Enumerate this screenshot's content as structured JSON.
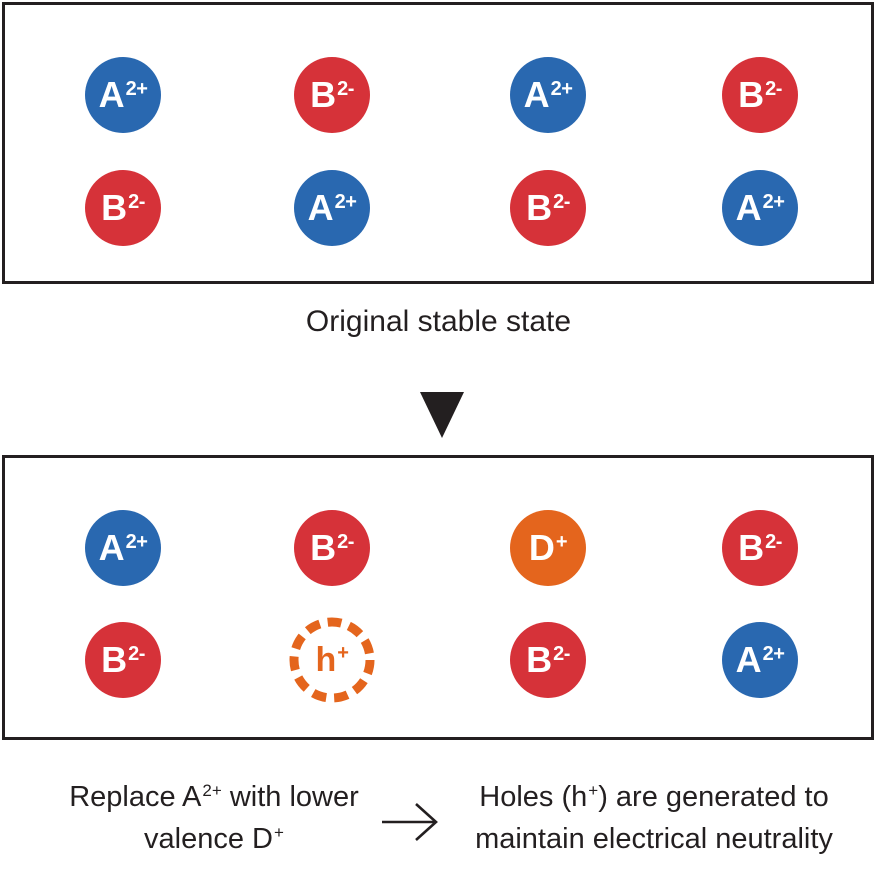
{
  "colors": {
    "blue": "#2968b0",
    "red": "#d63239",
    "orange": "#e4651d",
    "ink": "#231f20",
    "bg": "#ffffff"
  },
  "captions": {
    "original": "Original stable state"
  },
  "top_box": {
    "cells": [
      {
        "label": "A",
        "sup": "2+",
        "type": "blue"
      },
      {
        "label": "B",
        "sup": "2-",
        "type": "red"
      },
      {
        "label": "A",
        "sup": "2+",
        "type": "blue"
      },
      {
        "label": "B",
        "sup": "2-",
        "type": "red"
      },
      {
        "label": "B",
        "sup": "2-",
        "type": "red"
      },
      {
        "label": "A",
        "sup": "2+",
        "type": "blue"
      },
      {
        "label": "B",
        "sup": "2-",
        "type": "red"
      },
      {
        "label": "A",
        "sup": "2+",
        "type": "blue"
      }
    ]
  },
  "bottom_box": {
    "cells": [
      {
        "label": "A",
        "sup": "2+",
        "type": "blue"
      },
      {
        "label": "B",
        "sup": "2-",
        "type": "red"
      },
      {
        "label": "D",
        "sup": "+",
        "type": "orange"
      },
      {
        "label": "B",
        "sup": "2-",
        "type": "red"
      },
      {
        "label": "B",
        "sup": "2-",
        "type": "red"
      },
      {
        "label": "h",
        "sup": "+",
        "type": "hole"
      },
      {
        "label": "B",
        "sup": "2-",
        "type": "red"
      },
      {
        "label": "A",
        "sup": "2+",
        "type": "blue"
      }
    ]
  },
  "notes": {
    "left": {
      "line1_pre": "Replace A",
      "line1_sup": "2+",
      "line1_post": " with lower",
      "line2_pre": "valence D",
      "line2_sup": "+"
    },
    "right": {
      "line1_pre": "Holes (h",
      "line1_sup": "+",
      "line1_post": ") are generated to",
      "line2": "maintain electrical neutrality"
    },
    "arrow_icon": "right-arrow"
  }
}
